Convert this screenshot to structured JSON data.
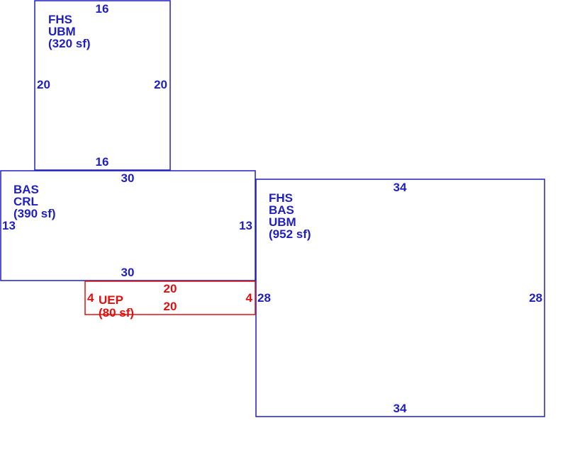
{
  "colors": {
    "main": "#1f1fbf",
    "accent": "#e01010",
    "background": "#ffffff"
  },
  "sketch": {
    "areas": [
      {
        "codes": [
          "FHS",
          "UBM"
        ],
        "area": "(320 sf)",
        "dims": {
          "top": "16",
          "bottom": "16",
          "left": "20",
          "right": "20"
        }
      },
      {
        "codes": [
          "BAS",
          "CRL"
        ],
        "area": "(390 sf)",
        "dims": {
          "top": "30",
          "bottom": "30",
          "left": "13",
          "right": "13"
        }
      },
      {
        "codes": [
          "FHS",
          "BAS",
          "UBM"
        ],
        "area": "(952 sf)",
        "dims": {
          "top": "34",
          "bottom": "34",
          "left": "28",
          "right": "28"
        }
      },
      {
        "codes": [
          "UEP"
        ],
        "area": "(80 sf)",
        "dims": {
          "top": "20",
          "bottom": "20",
          "left": "4",
          "right": "4"
        }
      }
    ]
  }
}
